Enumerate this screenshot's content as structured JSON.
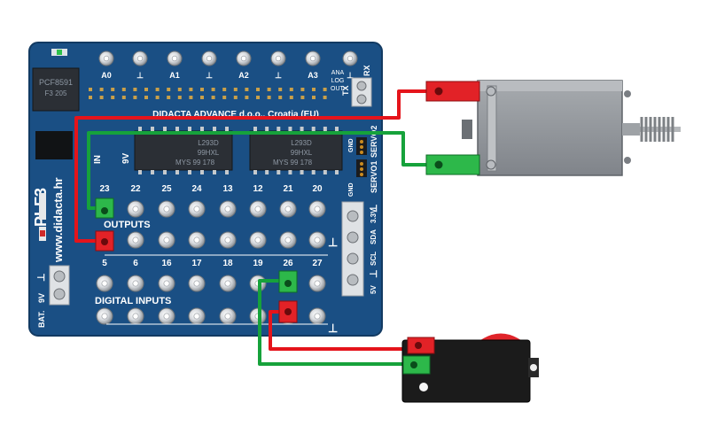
{
  "board": {
    "company": "DIDACTA  ADVANCE d.o.o., Croatia (EU)",
    "website": "www.didacta.hr",
    "model": "PI-F3",
    "chip_top": "PCF8591",
    "chip_top_code": "F3 205",
    "driver1": [
      "L293D",
      "99HXL",
      "MYS  99 178"
    ],
    "driver2": [
      "L293D",
      "99HXL",
      "MYS  99 178"
    ],
    "power_in": "IN",
    "power_9v": "9V",
    "analog_labels": [
      "A0",
      "⊥",
      "A1",
      "⊥",
      "A2",
      "⊥",
      "A3",
      "⊥"
    ],
    "ana_log_out": [
      "ANA",
      "LOG",
      "OUT."
    ],
    "tx": "TX",
    "rx": "RX",
    "servo2": "SERVO2",
    "servo1": "SERVO1",
    "gnd": "GND",
    "outputs_title": "OUTPUTS",
    "outputs_top_pins": [
      "23",
      "22",
      "25",
      "24",
      "13",
      "12",
      "21",
      "20"
    ],
    "outputs_bottom_pins": [
      "5",
      "6",
      "16",
      "17",
      "18",
      "19",
      "26",
      "27"
    ],
    "ground_symbol": "⊥",
    "inputs_title": "DIGITAL INPUTS",
    "i2c_labels": [
      "3.3V",
      "SDA",
      "SCL",
      "5V"
    ],
    "bat_labels": [
      "⊥",
      "9V",
      "BAT."
    ]
  },
  "colors": {
    "board": "#1a4f84",
    "red_wire": "#e5141b",
    "green_wire": "#16a23b",
    "component": "#8f9296",
    "switch_body": "#1b1b1b"
  }
}
